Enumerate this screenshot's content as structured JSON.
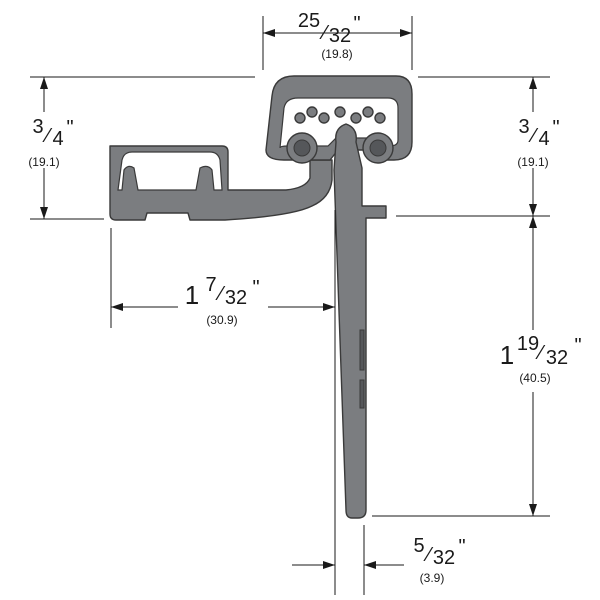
{
  "dimensions": {
    "top_width": {
      "numerator": "25",
      "denominator": "32",
      "mark": "\"",
      "metric": "(19.8)"
    },
    "left_height": {
      "numerator": "3",
      "denominator": "4",
      "mark": "\"",
      "metric": "(19.1)"
    },
    "right_height": {
      "numerator": "3",
      "denominator": "4",
      "mark": "\"",
      "metric": "(19.1)"
    },
    "leaf_width": {
      "whole": "1",
      "numerator": "7",
      "denominator": "32",
      "mark": "\"",
      "metric": "(30.9)"
    },
    "lower_height": {
      "whole": "1",
      "numerator": "19",
      "denominator": "32",
      "mark": "\"",
      "metric": "(40.5)"
    },
    "leaf_thickness": {
      "numerator": "5",
      "denominator": "32",
      "mark": "\"",
      "metric": "(3.9)"
    }
  },
  "colors": {
    "profile_fill": "#7b7d80",
    "profile_stroke": "#3a3a3a",
    "dimension_lines": "#1a1a1a"
  }
}
